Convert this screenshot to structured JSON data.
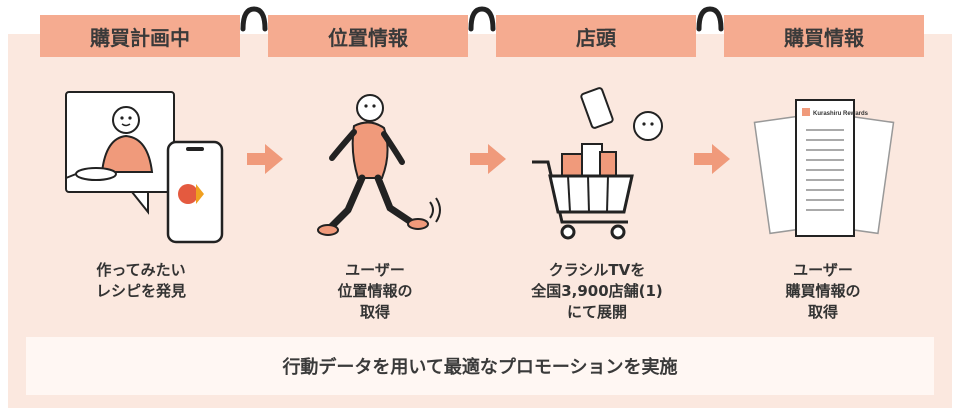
{
  "tabs": [
    "購買計画中",
    "位置情報",
    "店頭",
    "購買情報"
  ],
  "steps": [
    {
      "caption": "作ってみたい\nレシピを発見"
    },
    {
      "caption": "ユーザー\n位置情報の\n取得"
    },
    {
      "caption": "クラシルTVを\n全国3,900店舗(1)\nにて展開"
    },
    {
      "caption": "ユーザー\n購買情報の\n取得"
    }
  ],
  "brand_label": "Kurashiru Rewards",
  "banner": "行動データを用いて最適なプロモーションを実施",
  "colors": {
    "tab": "#f5ab90",
    "panel": "#fbe8df",
    "accent": "#f09a7b",
    "banner": "#fff7f3",
    "ink": "#222222"
  }
}
